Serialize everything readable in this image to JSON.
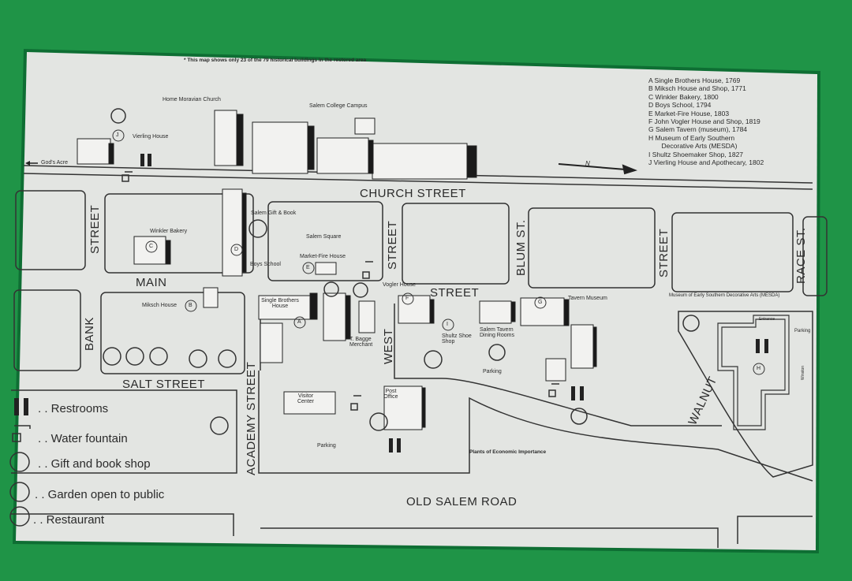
{
  "note": "* This map shows only 23 of the 79 historical buildings in the restored area",
  "key": [
    "A  Single Brothers House, 1769",
    "B  Miksch House and Shop, 1771",
    "C  Winkler Bakery, 1800",
    "D  Boys School, 1794",
    "E  Market-Fire House, 1803",
    "F  John Vogler House and Shop, 1819",
    "G  Salem Tavern (museum), 1784",
    "H  Museum of Early Southern",
    "       Decorative Arts (MESDA)",
    "I   Shultz Shoemaker Shop, 1827",
    "J  Vierling House and Apothecary, 1802"
  ],
  "north_label": "N",
  "streets": {
    "church": "CHURCH STREET",
    "main_v": "STREET",
    "main": "MAIN",
    "main_h": "STREET",
    "bank": "BANK",
    "salt": "SALT STREET",
    "academy": "ACADEMY STREET",
    "west_street": "STREET",
    "west": "WEST",
    "blum": "BLUM ST.",
    "street_right": "STREET",
    "race": "RACE ST.",
    "walnut": "WALNUT",
    "old_salem": "OLD SALEM ROAD"
  },
  "places": {
    "gods_acre": "God's Acre",
    "vierling": "Vierling House",
    "home_church": "Home Moravian Church",
    "college": "Salem College Campus",
    "winkler": "Winkler Bakery",
    "gift": "Salem Gift & Book",
    "square": "Salem Square",
    "boys": "Boys School",
    "market": "Market-Fire House",
    "miksch": "Miksch House",
    "single_brothers": "Single Brothers House",
    "bagge": "T. Bagge Merchant",
    "vogler": "Vogler House",
    "shultz": "Shultz Shoe Shop",
    "tavern_dining": "Salem Tavern Dining Rooms",
    "tavern_museum": "Tavern Museum",
    "mesda": "Museum of Early Southern Decorative Arts (MESDA)",
    "parking1": "Parking",
    "parking2": "Parking",
    "parking3": "Parking",
    "visitor": "Visitor Center",
    "post": "Post Office",
    "plants": "Plants of Economic Importance",
    "entrance": "Entrance",
    "arrow_label": "Winston"
  },
  "letters": [
    "A",
    "B",
    "C",
    "D",
    "E",
    "F",
    "G",
    "H",
    "I",
    "J"
  ],
  "legend": [
    {
      "icon": "restroom-icon",
      "label": ". . Restrooms"
    },
    {
      "icon": "water-fountain-icon",
      "label": ". . Water fountain"
    },
    {
      "icon": "gift-shop-icon",
      "label": ". . Gift and book shop"
    },
    {
      "icon": "garden-icon",
      "label": ". . Garden open to public"
    },
    {
      "icon": "restaurant-icon",
      "label": ". . Restaurant"
    }
  ]
}
